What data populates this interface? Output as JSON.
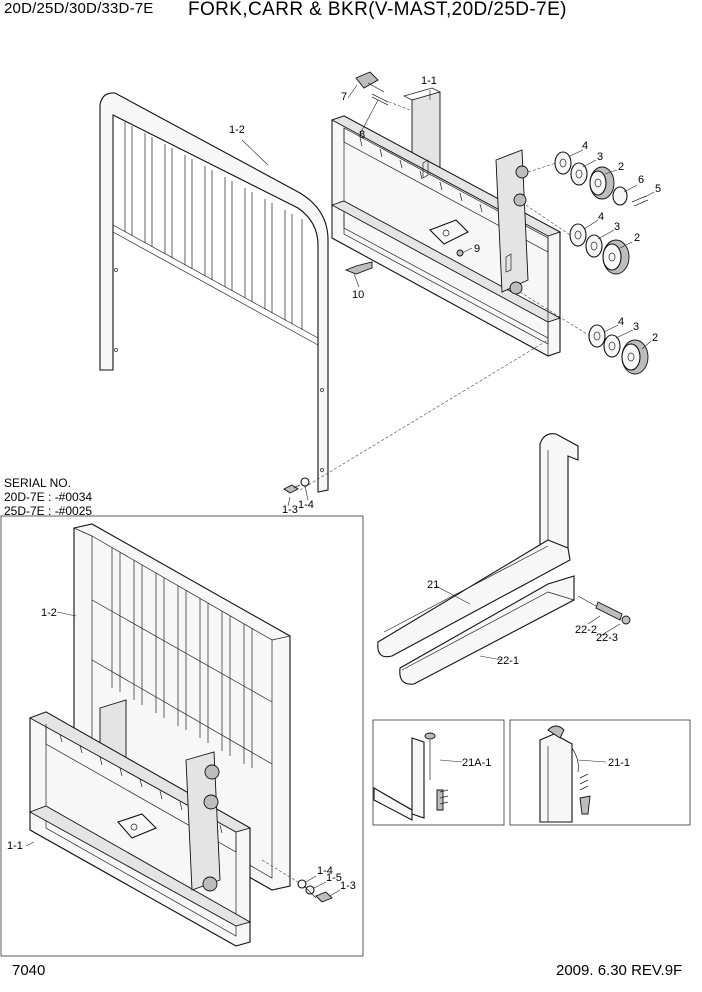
{
  "header": {
    "model": "20D/25D/30D/33D-7E",
    "title": "FORK,CARR & BKR(V-MAST,20D/25D-7E)"
  },
  "serial": {
    "heading": "SERIAL NO.",
    "line1": "20D-7E : -#0034",
    "line2": "25D-7E : -#0025"
  },
  "callouts": {
    "c1_1_top": "1-1",
    "c1_2_top": "1-2",
    "c7": "7",
    "c8": "8",
    "c9": "9",
    "c10": "10",
    "c4a": "4",
    "c3a": "3",
    "c2a": "2",
    "c6": "6",
    "c5": "5",
    "c4b": "4",
    "c3b": "3",
    "c2b": "2",
    "c4c": "4",
    "c3c": "3",
    "c2c": "2",
    "c1_3_top": "1-3",
    "c1_4_top": "1-4",
    "c1_2_bot": "1-2",
    "c1_1_bot": "1-1",
    "c1_4_bot": "1-4",
    "c1_5_bot": "1-5",
    "c1_3_bot": "1-3",
    "c21": "21",
    "c22_1": "22-1",
    "c22_2": "22-2",
    "c22_3": "22-3",
    "c21a_1": "21A-1",
    "c21_1": "21-1"
  },
  "footer": {
    "page": "7040",
    "revision": "2009. 6.30 REV.9F"
  }
}
